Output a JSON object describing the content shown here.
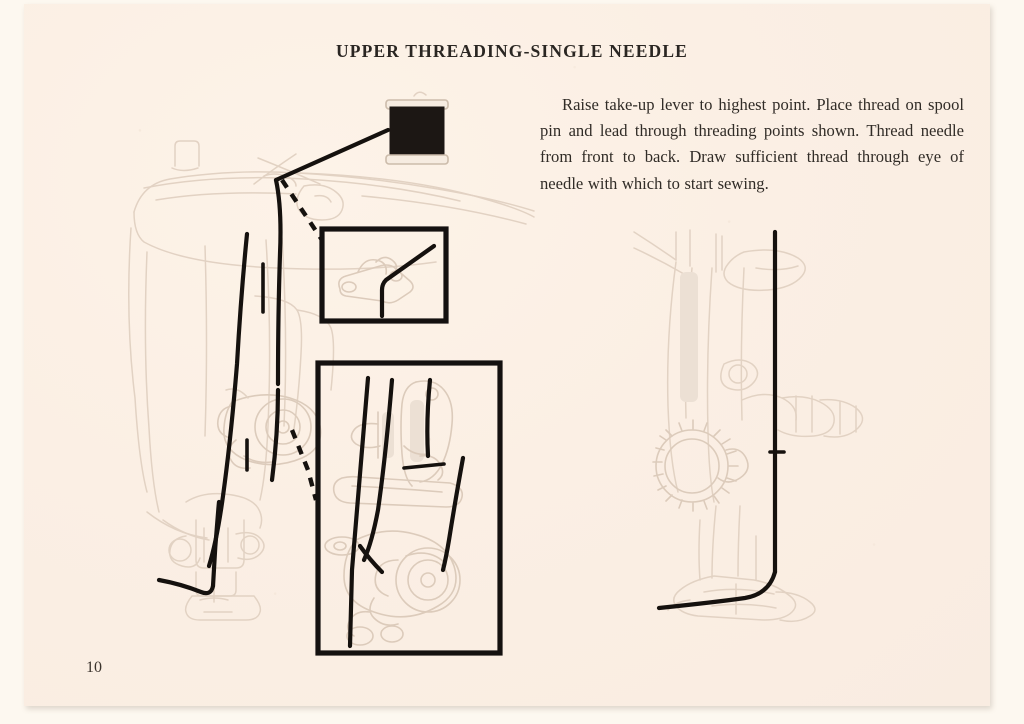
{
  "page": {
    "title": "UPPER THREADING-SINGLE NEEDLE",
    "page_number": "10",
    "paper_color": "#fbefe4",
    "ink_color": "#2a2622",
    "thread_color": "#15110e",
    "drawing_line_color": "#e2d2c3"
  },
  "instructions": {
    "body": "Raise take-up lever to highest point. Place thread on spool pin and lead through threading points shown. Thread needle from front to back. Draw sufficient thread through eye of needle with which to start sewing."
  },
  "figures": {
    "main_machine": {
      "name": "sewing-machine-head-diagram",
      "caption": ""
    },
    "spool": {
      "name": "thread-spool",
      "caption": ""
    },
    "detail_box_small": {
      "name": "thread-guide-detail",
      "caption": ""
    },
    "detail_box_large": {
      "name": "tension-assembly-detail",
      "caption": ""
    },
    "needle_bar": {
      "name": "needle-and-presser-foot-diagram",
      "caption": ""
    }
  }
}
